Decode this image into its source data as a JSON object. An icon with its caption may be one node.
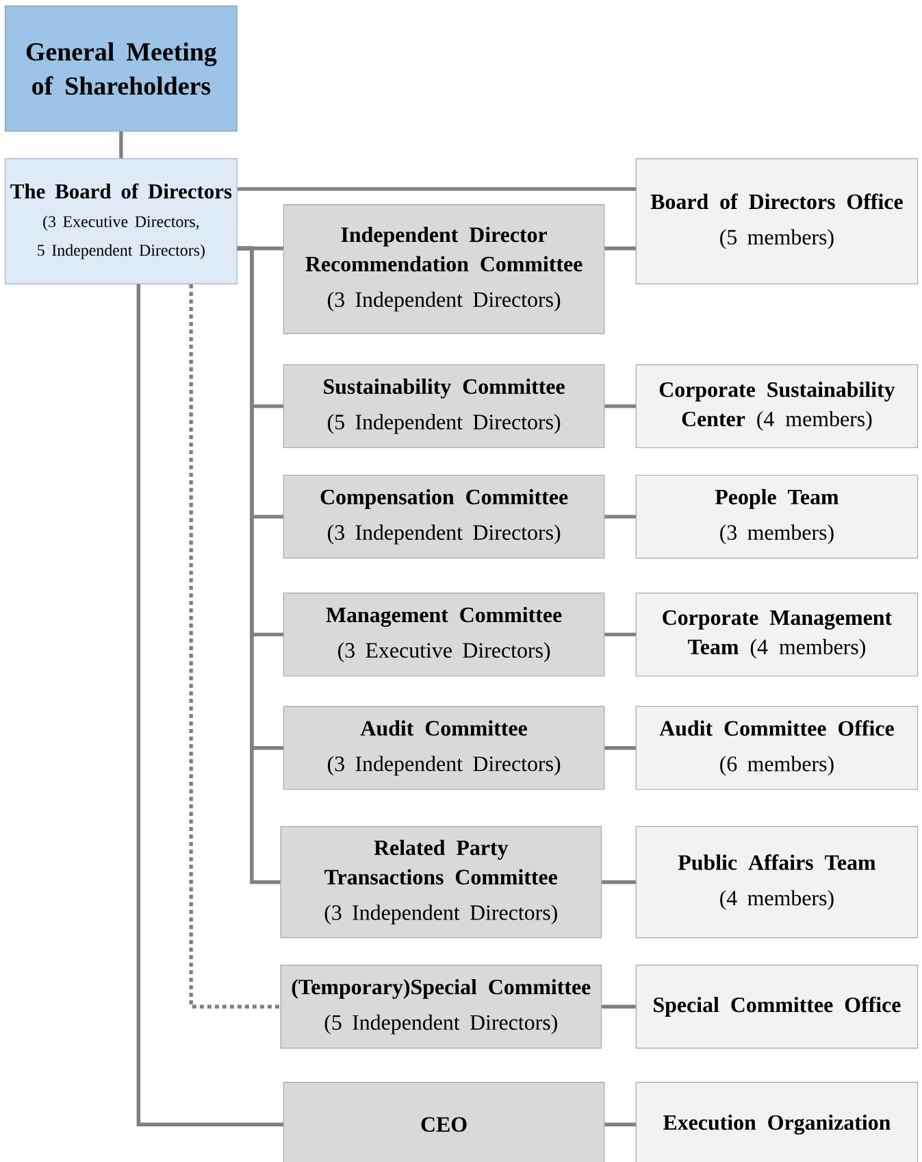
{
  "diagram": {
    "nodes": [
      {
        "text": [
          "General Meeting of Shareholders"
        ]
      },
      {
        "text": [
          "The Board of Directors",
          "(3 Executive Directors, 5 Independent Directors)"
        ]
      },
      {
        "text": [
          "Board of Directors Office",
          "(5 members)"
        ]
      },
      {
        "text": [
          "Independent Director Recommendation Committee",
          "(3 Independent Directors)"
        ]
      },
      {
        "text": [
          "Sustainability Committee",
          "(5 Independent Directors)"
        ]
      },
      {
        "text": [
          "**Corporate Sustainability Center** (4 members)"
        ]
      },
      {
        "text": [
          "Compensation Committee",
          "(3 Independent Directors)"
        ]
      },
      {
        "text": [
          "People Team",
          "(3 members)"
        ]
      },
      {
        "text": [
          "Management Committee",
          "(3 Executive Directors)"
        ]
      },
      {
        "text": [
          "**Corporate Management Team** (4 members)"
        ]
      },
      {
        "text": [
          "Audit Committee",
          "(3 Independent Directors)"
        ]
      },
      {
        "text": [
          "Audit Committee Office",
          "(6 members)"
        ]
      },
      {
        "text": [
          "Related Party Transactions Committee",
          "(3 Independent Directors)"
        ]
      },
      {
        "text": [
          "Public Affairs Team",
          "(4 members)"
        ]
      },
      {
        "text": [
          "(Temporary)Special Committee",
          "(5 Independent Directors)"
        ]
      },
      {
        "text": [
          "Special Committee Office"
        ]
      },
      {
        "text": [
          "CEO"
        ]
      },
      {
        "text": [
          "Execution Organization"
        ]
      }
    ],
    "edges": [
      {
        "from": 0,
        "to": 1,
        "arrow": "none"
      },
      {
        "from": 1,
        "to": 2,
        "arrow": "none"
      },
      {
        "from": 1,
        "to": 3,
        "arrow": "none"
      },
      {
        "from": 1,
        "to": 4,
        "arrow": "none"
      },
      {
        "from": 1,
        "to": 6,
        "arrow": "none"
      },
      {
        "from": 1,
        "to": 8,
        "arrow": "none"
      },
      {
        "from": 1,
        "to": 10,
        "arrow": "none"
      },
      {
        "from": 1,
        "to": 12,
        "arrow": "none"
      },
      {
        "from": 1,
        "to": 14,
        "arrow": "none",
        "style": "dashed"
      },
      {
        "from": 1,
        "to": 16,
        "arrow": "none"
      },
      {
        "from": 3,
        "to": 2,
        "arrow": "none"
      },
      {
        "from": 4,
        "to": 5,
        "arrow": "none"
      },
      {
        "from": 6,
        "to": 7,
        "arrow": "none"
      },
      {
        "from": 8,
        "to": 9,
        "arrow": "none"
      },
      {
        "from": 10,
        "to": 11,
        "arrow": "none"
      },
      {
        "from": 12,
        "to": 13,
        "arrow": "none"
      },
      {
        "from": 14,
        "to": 15,
        "arrow": "none"
      },
      {
        "from": 16,
        "to": 17,
        "arrow": "none"
      }
    ]
  }
}
